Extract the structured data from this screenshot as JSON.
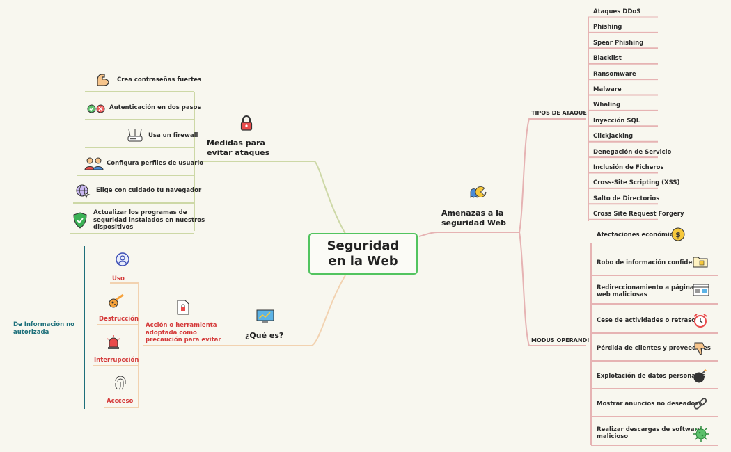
{
  "center": {
    "title": "Seguridad\nen la Web"
  },
  "medidas": {
    "title": "Medidas para\nevitar ataques",
    "icon": "padlock-icon",
    "items": [
      {
        "label": "Crea contraseñas fuertes",
        "icon": "strong-arm-icon"
      },
      {
        "label": "Autenticación en dos pasos",
        "icon": "check-cross-icon"
      },
      {
        "label": "Usa un firewall",
        "icon": "router-icon"
      },
      {
        "label": "Configura perfiles de usuario",
        "icon": "users-icon"
      },
      {
        "label": "Elige con cuidado tu navegador",
        "icon": "globe-cursor-icon"
      },
      {
        "label": "Actualizar los programas de\nseguridad instalados en nuestros\ndispositivos",
        "icon": "shield-check-icon"
      }
    ]
  },
  "que_es": {
    "title": "¿Qué es?",
    "icon": "monitor-chart-icon",
    "definition": "Acción o herramienta\nadoptada como\nprecaución para evitar",
    "definition_icon": "locked-document-icon",
    "items": [
      {
        "label": "Uso",
        "icon": "user-icon"
      },
      {
        "label": "Destrucción",
        "icon": "comet-icon"
      },
      {
        "label": "Interrupcción",
        "icon": "alarm-siren-icon"
      },
      {
        "label": "Accceso",
        "icon": "fingerprint-icon"
      }
    ],
    "source": "De Información no\nautorizada"
  },
  "amenazas": {
    "title": "Amenazas a la\nseguridad Web",
    "icon": "pacman-ghost-icon",
    "tipos": {
      "label": "TIPOS DE ATAQUE",
      "items": [
        "Ataques DDoS",
        "Phishing",
        "Spear Phishing",
        "Blacklist",
        "Ransomware",
        "Malware",
        "Whaling",
        "Inyección SQL",
        "Clickjacking",
        "Denegación de Servicio",
        "Inclusión de Ficheros",
        "Cross-Site Scripting (XSS)",
        "Salto de Directorios",
        "Cross Site Request Forgery"
      ]
    },
    "modus": {
      "label": "MODUS OPERANDI",
      "items": [
        {
          "label": "Afectaciones económicas",
          "icon": "dollar-coin-icon"
        },
        {
          "label": "Robo de información confidencial",
          "icon": "folder-icon"
        },
        {
          "label": "Redireccionamiento a páginas\nweb maliciosas",
          "icon": "webpage-icon"
        },
        {
          "label": "Cese de actividades o retrasos",
          "icon": "alarm-clock-icon"
        },
        {
          "label": "Pérdida de clientes y proveedores",
          "icon": "thumbs-down-icon"
        },
        {
          "label": "Explotación de datos personales",
          "icon": "bomb-icon"
        },
        {
          "label": "Mostrar anuncios no deseados",
          "icon": "link-icon"
        },
        {
          "label": "Realizar descargas de software\nmalicioso",
          "icon": "virus-icon"
        }
      ]
    }
  }
}
